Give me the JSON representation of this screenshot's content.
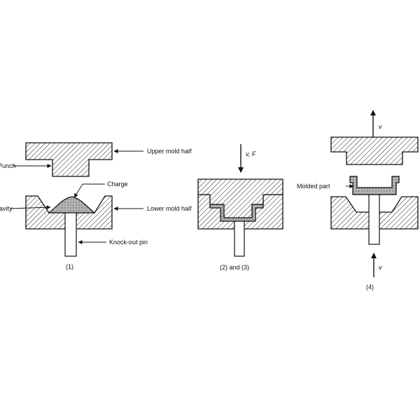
{
  "labels": {
    "upper_mold_half": "Upper mold half",
    "punch": "Punch",
    "charge": "Charge",
    "cavity": "avity",
    "lower_mold_half": "Lower mold half",
    "knock_out_pin": "Knock-out pin",
    "molded_part": "Molded part"
  },
  "stage_captions": {
    "step1": "(1)",
    "step23": "(2) and (3)",
    "step4": "(4)"
  },
  "motion_labels": {
    "press": "v, F",
    "up": "v",
    "ejector": "v"
  },
  "colors": {
    "ink": "#111111",
    "background": "#ffffff"
  }
}
